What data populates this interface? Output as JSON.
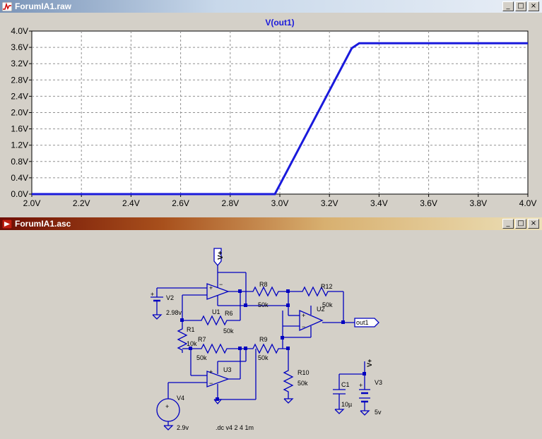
{
  "plot_window": {
    "title": "ForumIA1.raw",
    "buttons": {
      "minimize": "_",
      "maximize": "□",
      "close": "×"
    }
  },
  "schematic_window": {
    "title": "ForumIA1.asc",
    "buttons": {
      "minimize": "_",
      "maximize": "□",
      "close": "×"
    }
  },
  "colors": {
    "trace": "#1a1adc",
    "wire": "#0000c0",
    "plot_bg": "#ffffff",
    "schematic_bg": "#d4d0c8"
  },
  "chart_data": {
    "type": "line",
    "title": "V(out1)",
    "xlim": [
      2.0,
      4.0
    ],
    "ylim": [
      0.0,
      4.0
    ],
    "x_ticks": [
      "2.0V",
      "2.2V",
      "2.4V",
      "2.6V",
      "2.8V",
      "3.0V",
      "3.2V",
      "3.4V",
      "3.6V",
      "3.8V",
      "4.0V"
    ],
    "y_ticks": [
      "0.0V",
      "0.4V",
      "0.8V",
      "1.2V",
      "1.6V",
      "2.0V",
      "2.4V",
      "2.8V",
      "3.2V",
      "3.6V",
      "4.0V"
    ],
    "grid": true,
    "series": [
      {
        "name": "V(out1)",
        "x": [
          2.0,
          2.98,
          3.29,
          3.32,
          4.0
        ],
        "y": [
          0.0,
          0.0,
          3.58,
          3.7,
          3.7
        ]
      }
    ]
  },
  "schematic": {
    "supply_flag": "V+",
    "out_label": "out1",
    "directive": ".dc v4 2 4 1m",
    "components": {
      "V2": {
        "name": "V2",
        "value": "2.98v"
      },
      "V4": {
        "name": "V4",
        "value": "2.9v"
      },
      "V3": {
        "name": "V3",
        "value": "5v"
      },
      "C1": {
        "name": "C1",
        "value": "10µ"
      },
      "U1": {
        "name": "U1"
      },
      "U2": {
        "name": "U2"
      },
      "U3": {
        "name": "U3"
      },
      "R1": {
        "name": "R1",
        "value": "10k"
      },
      "R6": {
        "name": "R6",
        "value": "50k"
      },
      "R7": {
        "name": "R7",
        "value": "50k"
      },
      "R8": {
        "name": "R8",
        "value": "50k"
      },
      "R9": {
        "name": "R9",
        "value": "50k"
      },
      "R10": {
        "name": "R10",
        "value": "50k"
      },
      "R12": {
        "name": "R12",
        "value": "50k"
      }
    }
  }
}
